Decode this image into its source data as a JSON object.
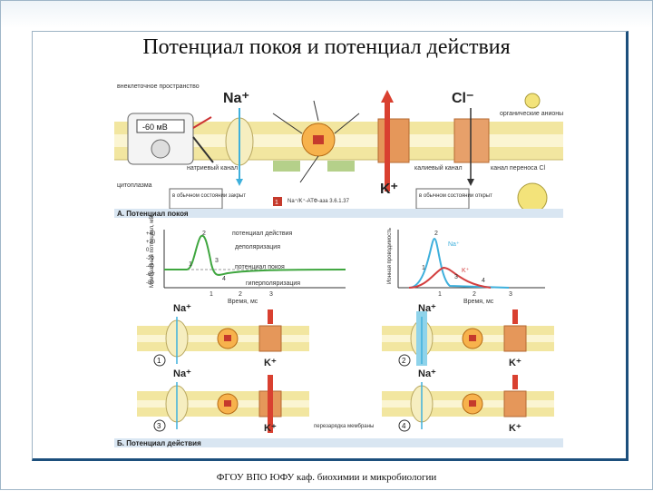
{
  "slide": {
    "title": "Потенциал покоя и потенциал действия",
    "footer": "ФГОУ ВПО ЮФУ каф. биохимии и микробиологии"
  },
  "panel_a": {
    "caption": "А. Потенциал покоя",
    "extracellular": "внеклеточное пространство",
    "cytoplasm": "цитоплазма",
    "meter": "-60 мВ",
    "na_ion": "Na⁺",
    "cl_ion": "Cl⁻",
    "k_ion": "K⁺",
    "organic_anions": "органические анионы",
    "leak_channel": "натриевый канал",
    "k_channel": "калиевый канал",
    "cl_channel": "канал переноса Cl",
    "closed_state_left": "в обычном состоянии закрыт",
    "closed_state_right": "в обычном состоянии открыт",
    "atpase": "Na⁺/K⁺-АТФ-аза 3.6.1.37",
    "atpase_num": "1"
  },
  "graph_left": {
    "ylabel": "Мембранный потенциал, мВ",
    "xlabel": "Время, мс",
    "yticks": [
      "+40",
      "+20",
      "0",
      "-20",
      "-40",
      "-60",
      "-80"
    ],
    "xticks": [
      "1",
      "2",
      "3"
    ],
    "labels": [
      "потенциал действия",
      "деполяризация",
      "потенциал покоя",
      "гиперполяризация"
    ],
    "numbers": [
      "1",
      "2",
      "3",
      "4"
    ]
  },
  "graph_right": {
    "ylabel": "Ионная проводимость",
    "xlabel": "Время, мс",
    "xticks": [
      "1",
      "2",
      "3"
    ],
    "series": [
      "Na⁺",
      "K⁺"
    ],
    "numbers": [
      "1",
      "2",
      "3",
      "4"
    ]
  },
  "panel_b": {
    "caption": "Б. Потенциал действия",
    "steps": [
      "1",
      "2",
      "3",
      "4"
    ],
    "na_ion": "Na⁺",
    "k_ion": "K⁺",
    "recharge": "перезарядка мембраны"
  },
  "colors": {
    "membrane": "#f2e6a0",
    "na_arrow": "#8fd3ea",
    "k_arrow": "#d94030",
    "na_line": "#3fb0dc",
    "k_line": "#d33f3f",
    "curve": "#3fa63f"
  }
}
